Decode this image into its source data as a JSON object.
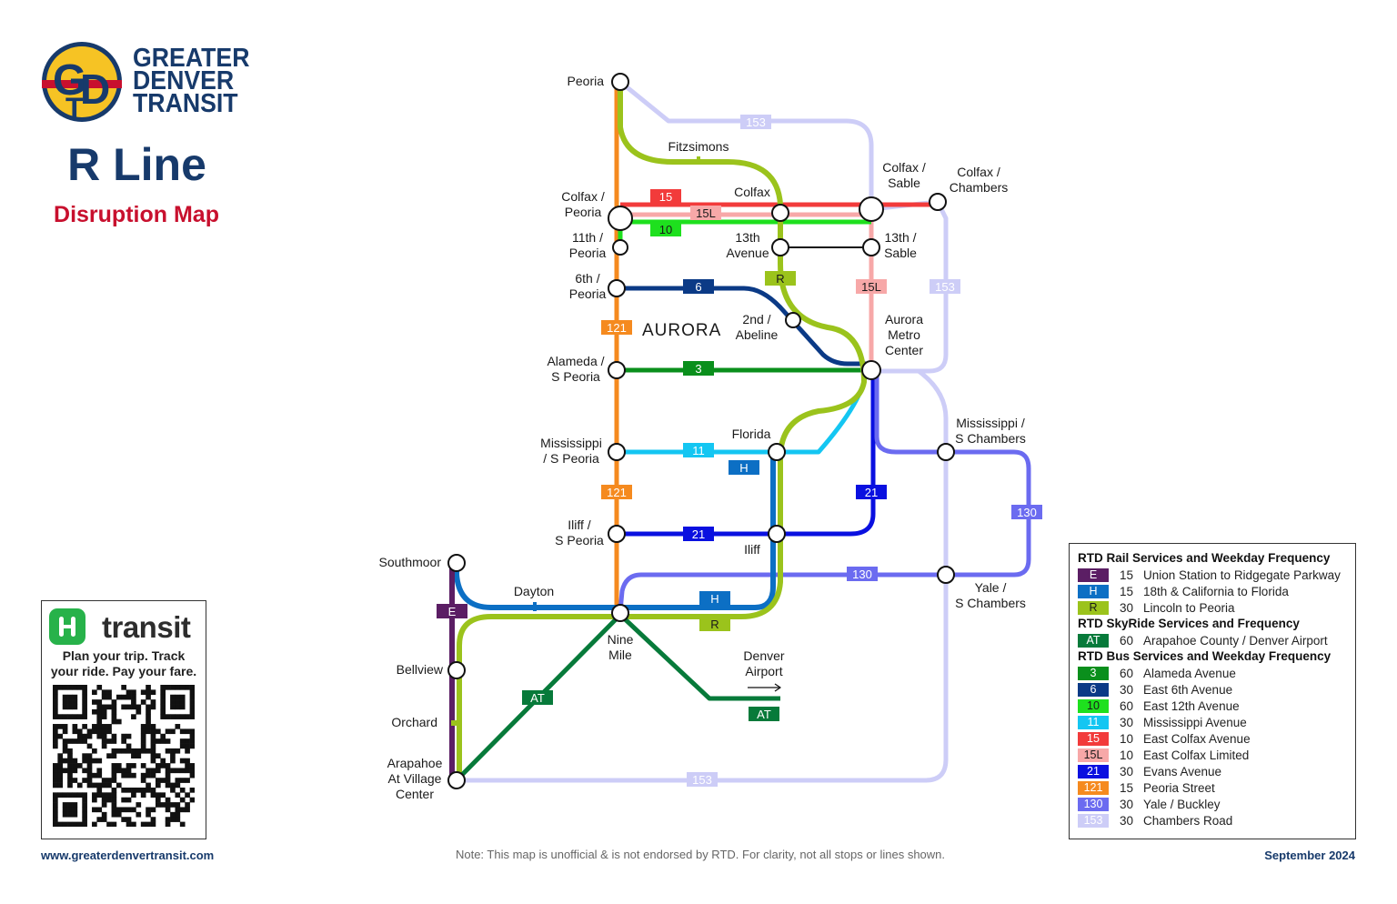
{
  "brand": {
    "name_lines": [
      "GREATER",
      "DENVER",
      "TRANSIT"
    ],
    "logo_letters": "GDT",
    "title": "R Line",
    "subtitle": "Disruption Map",
    "colors": {
      "navy": "#173a6b",
      "red": "#c8102e",
      "gold": "#f6c324"
    }
  },
  "transit_app": {
    "word": "transit",
    "tagline_lines": [
      "Plan your trip. Track",
      "your ride. Pay your fare."
    ],
    "icon": "transit-app-icon",
    "qr": "qr-code-icon"
  },
  "footer": {
    "website": "www.greaterdenvertransit.com",
    "note": "Note: This map is unofficial & is not endorsed by RTD. For clarity, not all stops or lines shown.",
    "date": "September 2024"
  },
  "map": {
    "area_label": "AURORA",
    "direction_icon": "right-arrow-icon",
    "stations": [
      {
        "id": "peoria",
        "lines": [
          "Peoria"
        ]
      },
      {
        "id": "fitzsimons",
        "lines": [
          "Fitzsimons"
        ]
      },
      {
        "id": "colfax-peoria",
        "lines": [
          "Colfax /",
          "Peoria"
        ]
      },
      {
        "id": "colfax",
        "lines": [
          "Colfax"
        ]
      },
      {
        "id": "colfax-sable",
        "lines": [
          "Colfax /",
          "Sable"
        ]
      },
      {
        "id": "colfax-chambers",
        "lines": [
          "Colfax /",
          "Chambers"
        ]
      },
      {
        "id": "11th-peoria",
        "lines": [
          "11th /",
          "Peoria"
        ]
      },
      {
        "id": "13th-avenue",
        "lines": [
          "13th",
          "Avenue"
        ]
      },
      {
        "id": "13th-sable",
        "lines": [
          "13th /",
          "Sable"
        ]
      },
      {
        "id": "6th-peoria",
        "lines": [
          "6th /",
          "Peoria"
        ]
      },
      {
        "id": "2nd-abeline",
        "lines": [
          "2nd /",
          "Abeline"
        ]
      },
      {
        "id": "aurora-metro",
        "lines": [
          "Aurora",
          "Metro",
          "Center"
        ]
      },
      {
        "id": "alameda-peoria",
        "lines": [
          "Alameda /",
          "S Peoria"
        ]
      },
      {
        "id": "mississippi-peoria",
        "lines": [
          "Mississippi",
          "/ S Peoria"
        ]
      },
      {
        "id": "florida",
        "lines": [
          "Florida"
        ]
      },
      {
        "id": "mississippi-chambers",
        "lines": [
          "Mississippi /",
          "S Chambers"
        ]
      },
      {
        "id": "iliff-peoria",
        "lines": [
          "Iliff /",
          "S Peoria"
        ]
      },
      {
        "id": "iliff",
        "lines": [
          "Iliff"
        ]
      },
      {
        "id": "southmoor",
        "lines": [
          "Southmoor"
        ]
      },
      {
        "id": "dayton",
        "lines": [
          "Dayton"
        ]
      },
      {
        "id": "yale-chambers",
        "lines": [
          "Yale /",
          "S Chambers"
        ]
      },
      {
        "id": "nine-mile",
        "lines": [
          "Nine",
          "Mile"
        ]
      },
      {
        "id": "denver-airport",
        "lines": [
          "Denver",
          "Airport"
        ]
      },
      {
        "id": "bellview",
        "lines": [
          "Bellview"
        ]
      },
      {
        "id": "orchard",
        "lines": [
          "Orchard"
        ]
      },
      {
        "id": "arapahoe-village",
        "lines": [
          "Arapahoe",
          "At Village",
          "Center"
        ]
      }
    ],
    "route_badges": [
      {
        "route": "153"
      },
      {
        "route": "15"
      },
      {
        "route": "15L"
      },
      {
        "route": "10"
      },
      {
        "route": "R"
      },
      {
        "route": "15L"
      },
      {
        "route": "153"
      },
      {
        "route": "6"
      },
      {
        "route": "121"
      },
      {
        "route": "3"
      },
      {
        "route": "11"
      },
      {
        "route": "H"
      },
      {
        "route": "121"
      },
      {
        "route": "21"
      },
      {
        "route": "21"
      },
      {
        "route": "130"
      },
      {
        "route": "130"
      },
      {
        "route": "E"
      },
      {
        "route": "H"
      },
      {
        "route": "R"
      },
      {
        "route": "AT"
      },
      {
        "route": "AT"
      },
      {
        "route": "153"
      }
    ]
  },
  "legend": {
    "sections": [
      {
        "title": "RTD Rail Services and Weekday Frequency",
        "rows": [
          {
            "code": "E",
            "freq": "15",
            "name": "Union Station to Ridgegate Parkway",
            "color": "#5b1e64",
            "text": "#ffffff"
          },
          {
            "code": "H",
            "freq": "15",
            "name": "18th & California to Florida",
            "color": "#0c6fc4",
            "text": "#ffffff"
          },
          {
            "code": "R",
            "freq": "30",
            "name": "Lincoln to Peoria",
            "color": "#9bc31c",
            "text": "#1a1a1a"
          }
        ]
      },
      {
        "title": "RTD SkyRide Services and Frequency",
        "rows": [
          {
            "code": "AT",
            "freq": "60",
            "name": "Arapahoe County / Denver Airport",
            "color": "#077a3a",
            "text": "#ffffff"
          }
        ]
      },
      {
        "title": "RTD Bus Services and Weekday Frequency",
        "rows": [
          {
            "code": "3",
            "freq": "60",
            "name": "Alameda Avenue",
            "color": "#0a8f1c",
            "text": "#ffffff"
          },
          {
            "code": "6",
            "freq": "30",
            "name": "East 6th Avenue",
            "color": "#0b3a86",
            "text": "#ffffff"
          },
          {
            "code": "10",
            "freq": "60",
            "name": "East 12th Avenue",
            "color": "#1ee01e",
            "text": "#1a1a1a"
          },
          {
            "code": "11",
            "freq": "30",
            "name": "Mississippi Avenue",
            "color": "#14c6f2",
            "text": "#ffffff"
          },
          {
            "code": "15",
            "freq": "10",
            "name": "East Colfax Avenue",
            "color": "#f23b3b",
            "text": "#ffffff"
          },
          {
            "code": "15L",
            "freq": "10",
            "name": "East Colfax Limited",
            "color": "#f7a8a8",
            "text": "#1a1a1a"
          },
          {
            "code": "21",
            "freq": "30",
            "name": "Evans Avenue",
            "color": "#0a10e0",
            "text": "#ffffff"
          },
          {
            "code": "121",
            "freq": "15",
            "name": "Peoria Street",
            "color": "#f58a1f",
            "text": "#ffffff"
          },
          {
            "code": "130",
            "freq": "30",
            "name": "Yale / Buckley",
            "color": "#6b6bf0",
            "text": "#ffffff"
          },
          {
            "code": "153",
            "freq": "30",
            "name": "Chambers Road",
            "color": "#cdcdf7",
            "text": "#ffffff"
          }
        ]
      }
    ]
  }
}
